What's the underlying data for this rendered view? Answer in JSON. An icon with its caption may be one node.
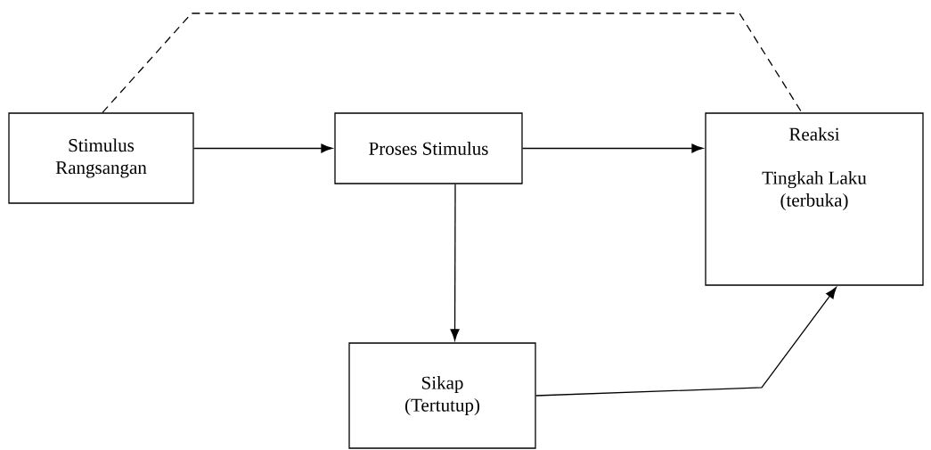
{
  "diagram": {
    "nodes": [
      {
        "text": [
          "Stimulus Rangsangan"
        ]
      },
      {
        "text": [
          "Proses Stimulus"
        ]
      },
      {
        "text": [
          "Reaksi",
          "Tingkah Laku (terbuka)"
        ]
      },
      {
        "text": [
          "Sikap (Tertutup)"
        ]
      }
    ],
    "edges": [
      {
        "from": 0,
        "to": 1,
        "arrow": "to"
      },
      {
        "from": 1,
        "to": 2,
        "arrow": "to"
      },
      {
        "from": 1,
        "to": 3,
        "arrow": "to"
      },
      {
        "from": 3,
        "to": 2,
        "arrow": "to"
      },
      {
        "from": 0,
        "to": 2,
        "arrow": "none",
        "style": "dashed"
      }
    ]
  }
}
